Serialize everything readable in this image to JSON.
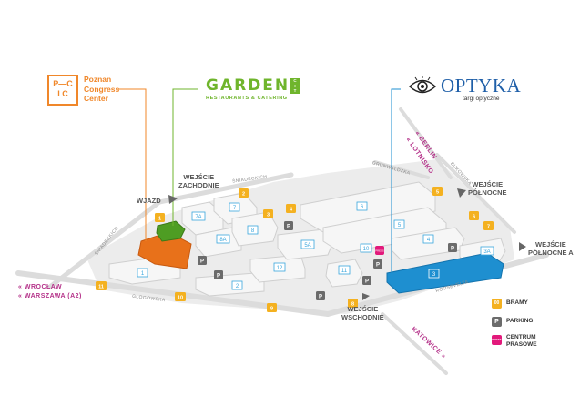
{
  "logos": {
    "pcc": {
      "mark": "P—C\nI C",
      "text": "Poznan\nCongress\nCenter",
      "color": "#f0872a"
    },
    "garden": {
      "word": "GARDEN",
      "city": "C\nI\nT\nY",
      "sub": "RESTAURANTS & CATERING",
      "color": "#6fb52c"
    },
    "optyka": {
      "word": "OPTYKA",
      "sub": "targi optyczne",
      "color": "#1f5fa8"
    }
  },
  "labels": {
    "wjazd": "WJAZD",
    "west_entrance": "WEJŚCIE\nZACHODNIE",
    "north_entrance": "WEJŚCIE\nPÓŁNOCNE",
    "north_entrance_a": "WEJŚCIE\nPÓŁNOCNE A",
    "east_entrance": "WEJŚCIE\nWSCHODNIE"
  },
  "streets": {
    "sniadeckich_top": "ŚNIADECKICH",
    "sniadeckich_left": "ŚNIADECKICH",
    "glogowska": "GŁOGOWSKA",
    "grunwaldzka": "GRUNWALDZKA",
    "bukowska": "BUKOWSKA",
    "roosevelta": "ROOSEVELTA"
  },
  "directions": {
    "wroclaw": "WROCŁAW",
    "warszawa": "WARSZAWA (A2)",
    "lotnisko": "LOTNISKO",
    "berlin": "BERLIN",
    "katowice": "KATOWICE"
  },
  "halls": [
    "1",
    "2",
    "3",
    "3A",
    "4",
    "5",
    "6",
    "7",
    "7A",
    "8",
    "8A",
    "10",
    "11",
    "12",
    "5A"
  ],
  "gates": [
    "1",
    "2",
    "3",
    "4",
    "5",
    "6",
    "7",
    "8",
    "9",
    "10",
    "11"
  ],
  "parking_symbol": "P",
  "legend": {
    "gate_icon": "00",
    "gate_label": "BRAMY",
    "parking_label": "PARKING",
    "press_icon": "PRESS",
    "press_label": "CENTRUM\nPRASOWE"
  },
  "colors": {
    "orange": "#f0872a",
    "green": "#5aa52a",
    "blue": "#1e8fd0",
    "gate": "#f4b120",
    "parking": "#6b6b6b",
    "press": "#e2197b",
    "direction": "#b5338a"
  }
}
